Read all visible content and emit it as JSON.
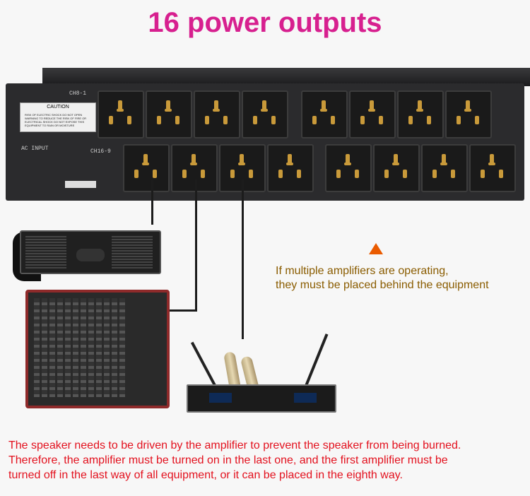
{
  "title": "16 power outputs",
  "rack": {
    "row1_label": "CH8-1",
    "row2_label": "CH16-9",
    "ac_input_label": "AC INPUT",
    "warning_title": "CAUTION",
    "warning_subtitle": "RISK OF ELECTRIC SHOCK DO NOT OPEN",
    "warning_text": "WARNING TO REDUCE THE RISK OF FIRE OR ELECTRICAL SHOCK DO NOT EXPOSE THIS EQUIPMENT TO RAIN OR MOISTURE"
  },
  "note": {
    "line1": "If multiple amplifiers are operating,",
    "line2": "they must be placed behind the equipment"
  },
  "footer": {
    "line1": "The speaker needs to be driven by the amplifier to prevent the speaker from being burned.",
    "line2": "Therefore, the amplifier must be turned on in the last one, and the first amplifier must be",
    "line3": "turned off in the last way of all equipment, or it can be placed in the eighth way."
  },
  "colors": {
    "title": "#d7208f",
    "note": "#8a5c00",
    "footer": "#e3111e",
    "triangle": "#ea5b00"
  }
}
